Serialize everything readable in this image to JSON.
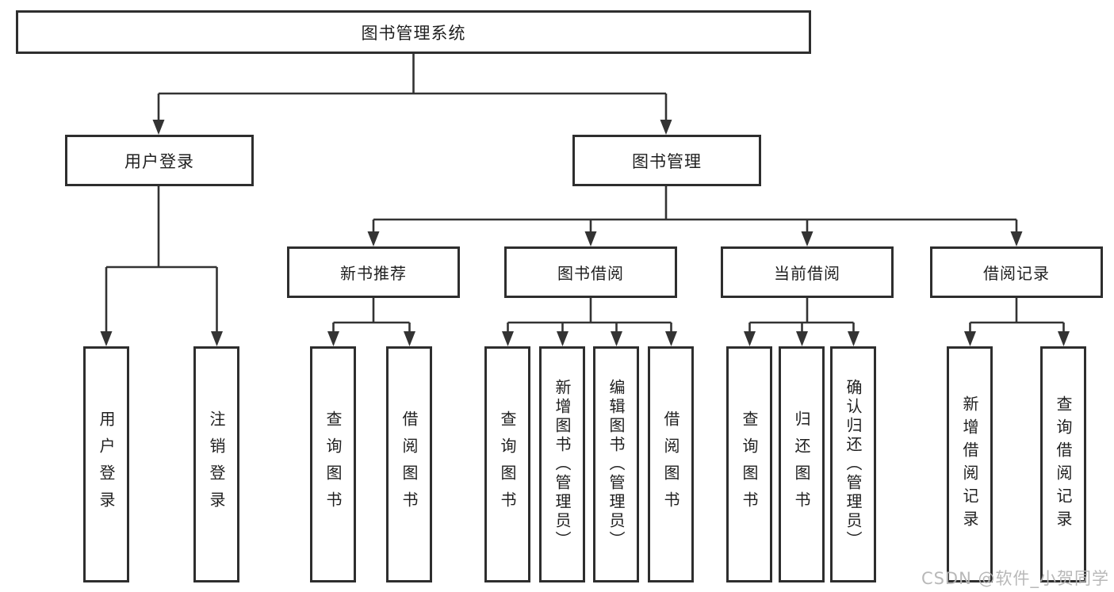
{
  "colors": {
    "line": "#333333",
    "box_border": "#2e2e2e",
    "text": "#1f1f1f",
    "watermark": "#b4b4b4",
    "background": "#ffffff"
  },
  "watermark": {
    "text": "CSDN @软件_小贺同学"
  },
  "tree": {
    "root": {
      "label": "图书管理系统"
    },
    "children": [
      {
        "label": "用户登录",
        "children": [
          {
            "label": "用户登录"
          },
          {
            "label": "注销登录"
          }
        ]
      },
      {
        "label": "图书管理",
        "children": [
          {
            "label": "新书推荐",
            "children": [
              {
                "label": "查询图书"
              },
              {
                "label": "借阅图书"
              }
            ]
          },
          {
            "label": "图书借阅",
            "children": [
              {
                "label": "查询图书"
              },
              {
                "label": "新增图书（管理员）"
              },
              {
                "label": "编辑图书（管理员）"
              },
              {
                "label": "借阅图书"
              }
            ]
          },
          {
            "label": "当前借阅",
            "children": [
              {
                "label": "查询图书"
              },
              {
                "label": "归还图书"
              },
              {
                "label": "确认归还（管理员）"
              }
            ]
          },
          {
            "label": "借阅记录",
            "children": [
              {
                "label": "新增借阅记录"
              },
              {
                "label": "查询借阅记录"
              }
            ]
          }
        ]
      }
    ]
  }
}
